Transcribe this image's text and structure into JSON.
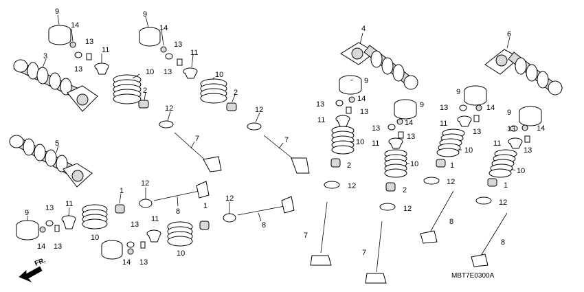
{
  "labels": {
    "l9_tl": "9",
    "l14_tl": "14",
    "l13_tl_a": "13",
    "l13_tl_b": "13",
    "l11_tl": "11",
    "l3": "3",
    "l10_tl": "10",
    "l2_tl": "2",
    "l9_tm": "9",
    "l14_tm": "14",
    "l13_tm_a": "13",
    "l13_tm_b": "13",
    "l11_tm": "11",
    "l10_tm": "10",
    "l2_tm": "2",
    "l12_a": "12",
    "l7_a": "7",
    "l12_b": "12",
    "l7_b": "7",
    "l5": "5",
    "l1_bl": "1",
    "l9_bl": "9",
    "l13_bl_a": "13",
    "l11_bl": "11",
    "l14_bl": "14",
    "l13_bl_b": "13",
    "l10_bl": "10",
    "l13_bm": "13",
    "l11_bm": "11",
    "l1_bm": "1",
    "l14_bm": "14",
    "l13_bm_b": "13",
    "l10_bm": "10",
    "l12_c": "12",
    "l8_a": "8",
    "l12_d": "12",
    "l8_b": "8",
    "l4": "4",
    "l9_c1": "9",
    "l13_c1": "13",
    "l14_c1": "14",
    "l13_c1b": "13",
    "l11_c1": "11",
    "l10_c1": "10",
    "l2_c1": "2",
    "l12_c1": "12",
    "l7_c1": "7",
    "l9_c2": "9",
    "l13_c2": "13",
    "l14_c2": "14",
    "l11_c2": "11",
    "l13_c2b": "13",
    "l10_c2": "10",
    "l2_c2": "2",
    "l12_c2": "12",
    "l7_c2": "7",
    "l6": "6",
    "l9_r1": "9",
    "l13_r1": "13",
    "l14_r1": "14",
    "l11_r1": "11",
    "l13_r1b": "13",
    "l10_r1": "10",
    "l1_r1": "1",
    "l12_r1": "12",
    "l8_r1": "8",
    "l9_r2": "9",
    "l13_r2": "13",
    "l14_r2": "14",
    "l11_r2": "11",
    "l13_r2b": "13",
    "l10_r2": "10",
    "l1_r2": "1",
    "l12_r2": "12",
    "l8_r2": "8"
  },
  "diagram_code": "MBT7E0300A",
  "front_marker": "FR.",
  "colors": {
    "line": "#000000",
    "fill": "#ffffff",
    "shade": "#d9d9d9",
    "dark": "#666666"
  }
}
